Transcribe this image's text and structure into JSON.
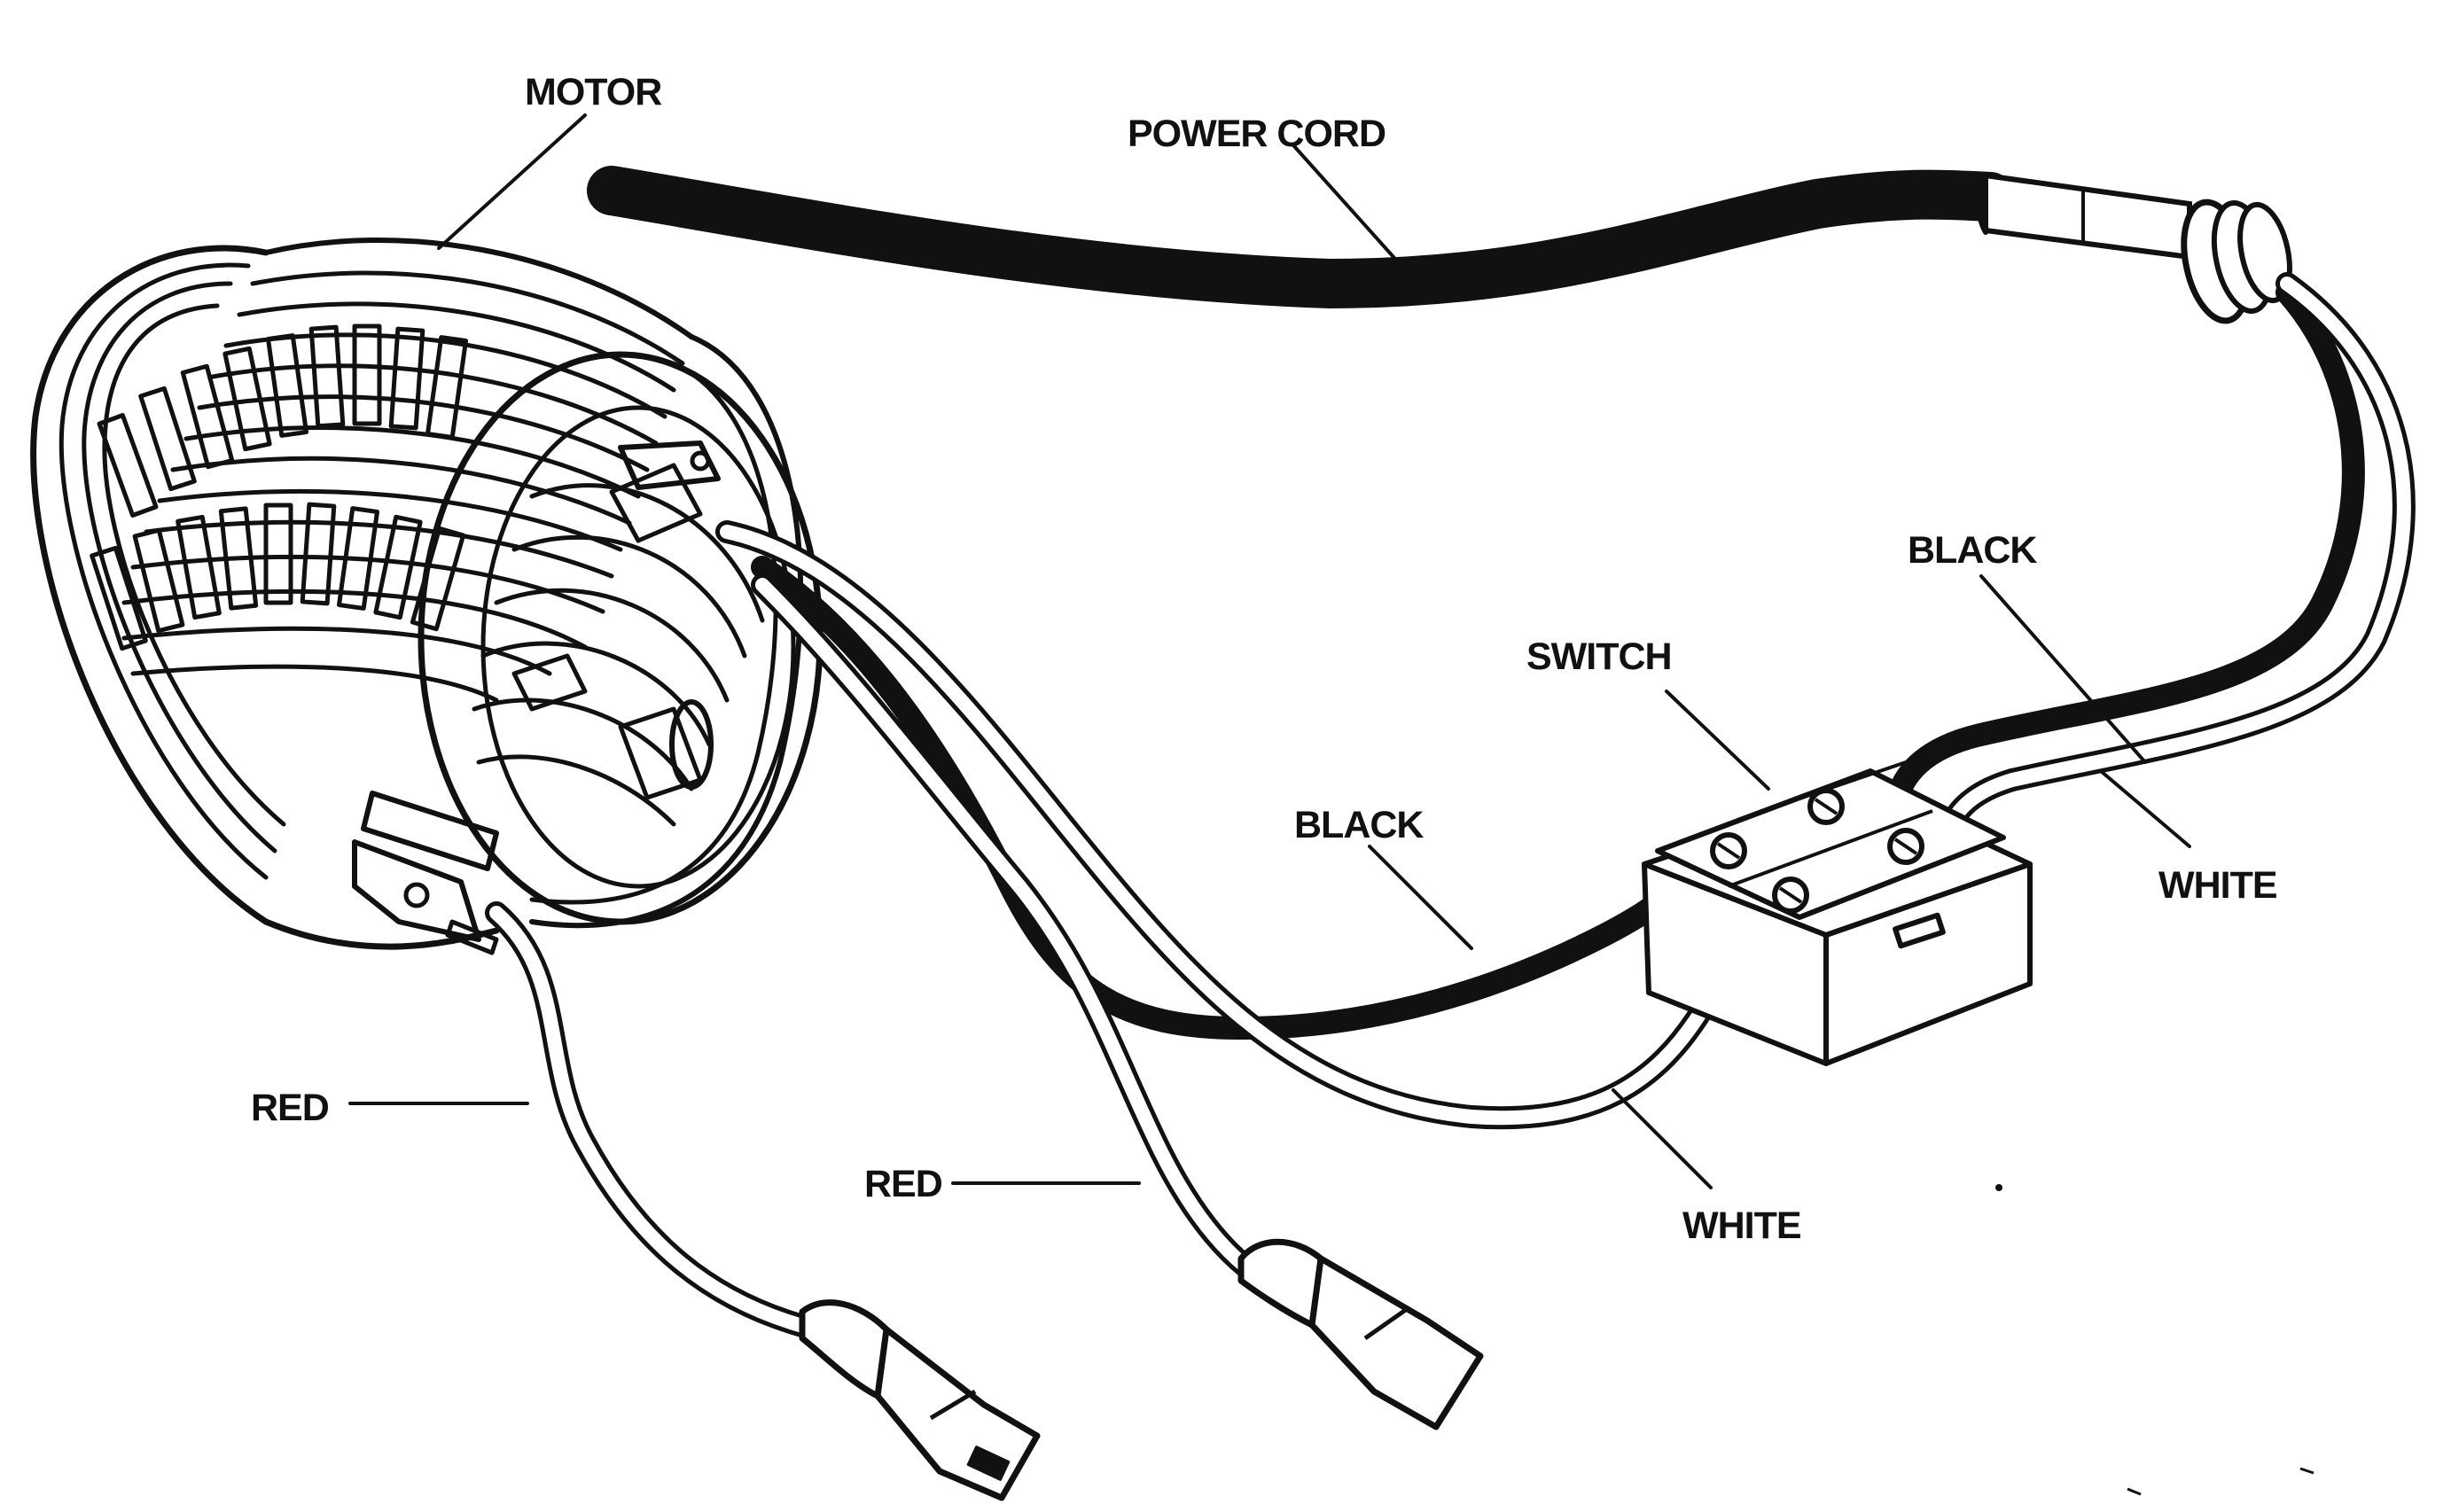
{
  "labels": {
    "motor": "MOTOR",
    "power_cord": "POWER CORD",
    "black_top": "BLACK",
    "switch": "SWITCH",
    "black_mid": "BLACK",
    "white_right": "WHITE",
    "red_left": "RED",
    "red_mid": "RED",
    "white_bottom": "WHITE"
  },
  "colors": {
    "ink": "#111111",
    "paper": "#ffffff"
  }
}
